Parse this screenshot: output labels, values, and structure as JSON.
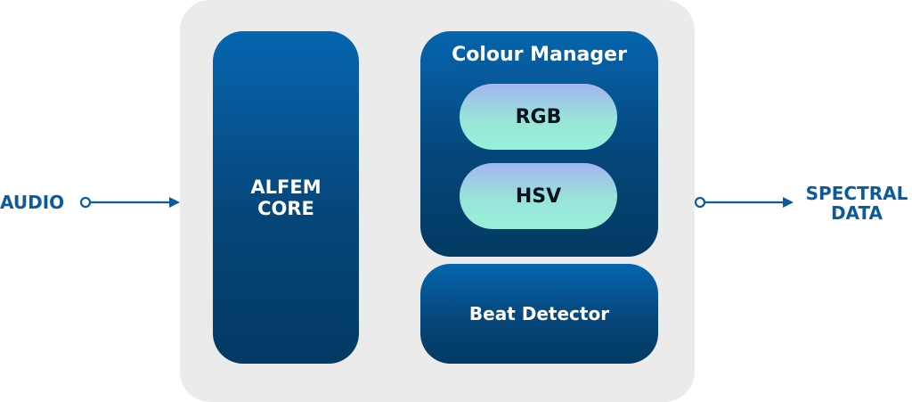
{
  "blocks": {
    "core": {
      "label_line1": "ALFEM",
      "label_line2": "CORE"
    },
    "colour_manager": {
      "title": "Colour Manager",
      "items": [
        {
          "label": "RGB"
        },
        {
          "label": "HSV"
        }
      ]
    },
    "beat_detector": {
      "label": "Beat Detector"
    }
  },
  "io": {
    "input": {
      "label": "AUDIO"
    },
    "output": {
      "label_line1": "SPECTRAL",
      "label_line2": "DATA"
    }
  },
  "colors": {
    "block_top": "#0665ae",
    "block_bottom": "#033a63",
    "pill_top": "#a3b6f1",
    "pill_bottom": "#97f1d8",
    "frame": "#ebebeb",
    "arrow": "#0b5a9c"
  }
}
